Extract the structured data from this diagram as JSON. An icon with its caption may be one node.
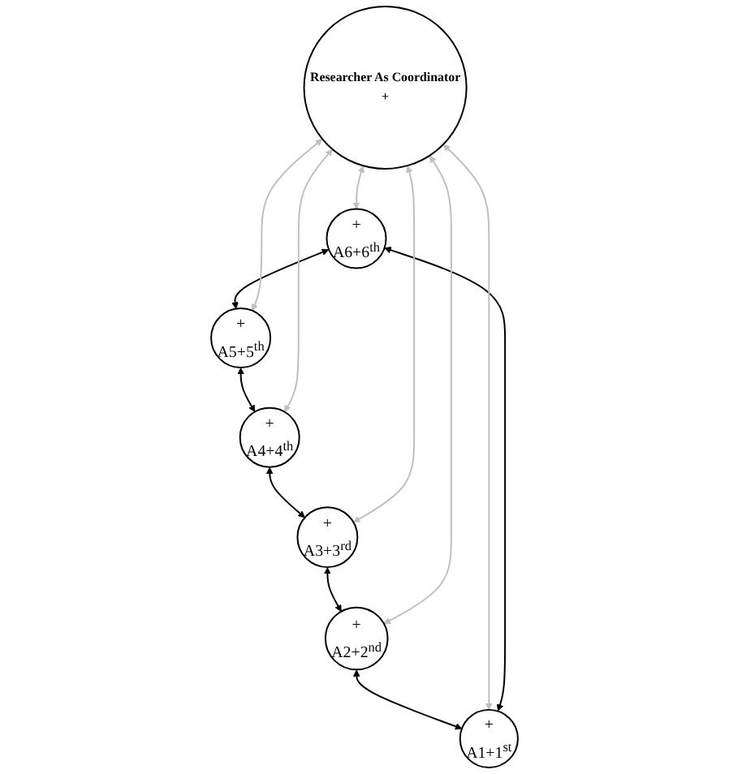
{
  "diagram": {
    "nodes": [
      {
        "text": [
          "+",
          "A6+6$^{th}$"
        ]
      },
      {
        "text": [
          "+",
          "A1+1$^{st}$"
        ]
      },
      {
        "text": [
          "+",
          "A5+5$^{th}$"
        ]
      },
      {
        "text": [
          "Researcher As Coordinator",
          "+"
        ]
      },
      {
        "text": [
          "+",
          "A2+2$^{nd}$"
        ]
      },
      {
        "text": [
          "+",
          "A4+4$^{th}$"
        ]
      },
      {
        "text": [
          "+",
          "A3+3$^{rd}$"
        ]
      }
    ],
    "edges": [
      {
        "from": 1,
        "to": 0,
        "arrow": "both"
      },
      {
        "from": 0,
        "to": 2,
        "arrow": "both"
      },
      {
        "from": 2,
        "to": 5,
        "arrow": "both"
      },
      {
        "from": 5,
        "to": 6,
        "arrow": "both"
      },
      {
        "from": 6,
        "to": 4,
        "arrow": "both"
      },
      {
        "from": 4,
        "to": 1,
        "arrow": "both"
      },
      {
        "from": 3,
        "to": 0,
        "arrow": "both",
        "color": "#c0c0c0"
      },
      {
        "from": 3,
        "to": 1,
        "arrow": "both",
        "color": "#c0c0c0"
      },
      {
        "from": 3,
        "to": 2,
        "arrow": "both",
        "color": "#c0c0c0"
      },
      {
        "from": 3,
        "to": 4,
        "arrow": "both",
        "color": "#c0c0c0"
      },
      {
        "from": 3,
        "to": 5,
        "arrow": "both",
        "color": "#c0c0c0"
      },
      {
        "from": 3,
        "to": 6,
        "arrow": "both",
        "color": "#c0c0c0"
      }
    ]
  }
}
